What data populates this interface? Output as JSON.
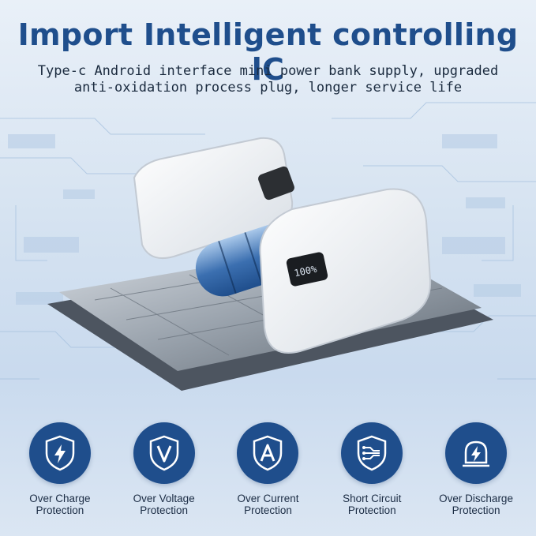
{
  "header": {
    "title": "Import Intelligent controlling lC",
    "subtitle_line1": "Type-c Android interface mini power bank supply, upgraded",
    "subtitle_line2": "anti-oxidation process plug, longer service life"
  },
  "device": {
    "display_readout": "100%"
  },
  "features": [
    {
      "icon": "lightning-shield-icon",
      "line1": "Over Charge",
      "line2": "Protection"
    },
    {
      "icon": "v-shield-icon",
      "line1": "Over Voltage",
      "line2": "Protection"
    },
    {
      "icon": "a-shield-icon",
      "line1": "Over Current",
      "line2": "Protection"
    },
    {
      "icon": "circuit-shield-icon",
      "line1": "Short Circuit",
      "line2": "Protection"
    },
    {
      "icon": "alarm-lightning-icon",
      "line1": "Over Discharge",
      "line2": "Protection"
    }
  ],
  "colors": {
    "accent": "#1f4e8c",
    "background": "#d6e3f1",
    "text": "#1b2c44"
  }
}
